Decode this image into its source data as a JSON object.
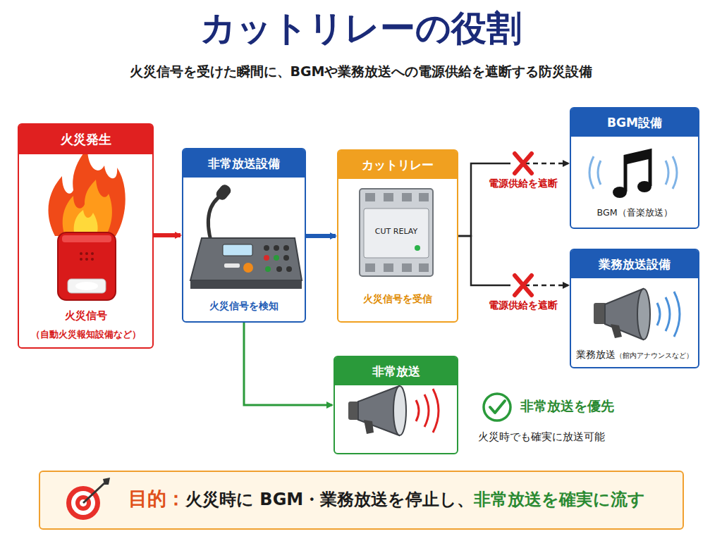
{
  "diagram": {
    "title": "カットリレーの役割",
    "nodes": [
      {
        "text": [
          "火災発生",
          "火災信号",
          "（自動火災報知設備など）"
        ]
      },
      {
        "text": [
          "非常放送設備",
          "火災信号を検知"
        ]
      },
      {
        "text": [
          "カットリレー",
          "火災信号を受信"
        ]
      },
      {
        "text": [
          "BGM設備",
          "BGM（音楽放送）"
        ]
      },
      {
        "text": [
          "業務放送設備",
          "業務放送",
          "（館内アナウンスなど）"
        ]
      },
      {
        "text": [
          "非常放送"
        ]
      },
      {
        "text": [
          "目的：",
          "火災時に BGM・業務放送を停止し、",
          "非常放送を確実に流す"
        ]
      }
    ],
    "edges": [
      {
        "from": 0,
        "to": 1,
        "arrow": "to"
      },
      {
        "from": 1,
        "to": 2,
        "arrow": "to"
      },
      {
        "from": 2,
        "to": 3,
        "label": "電源供給を遮断",
        "arrow": "to"
      },
      {
        "from": 2,
        "to": 4,
        "label": "電源供給を遮断",
        "arrow": "to"
      },
      {
        "from": 1,
        "to": 5,
        "arrow": "to"
      }
    ],
    "labels": [
      "火災信号を受けた瞬間に、BGMや業務放送への電源供給を遮断する防災設備",
      "CUT RELAY",
      "非常放送を優先",
      "火災時でも確実に放送可能"
    ]
  }
}
